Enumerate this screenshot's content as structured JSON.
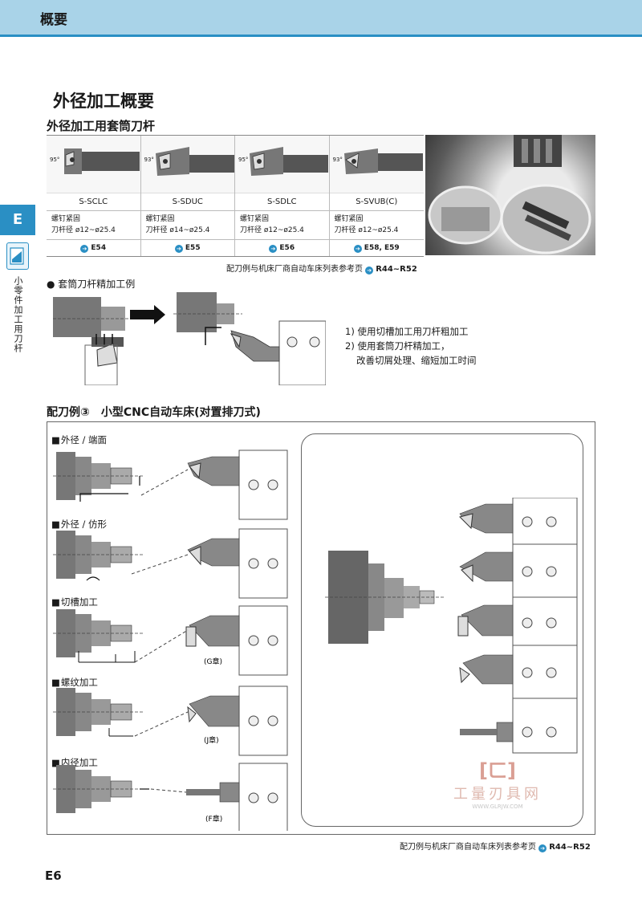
{
  "header": {
    "title": "概要"
  },
  "side": {
    "tab": "E",
    "vertical_text": "小零件加工用刀杆"
  },
  "section": {
    "title": "外径加工概要",
    "subtitle": "外径加工用套筒刀杆"
  },
  "holders": [
    {
      "model": "S-SCLC",
      "clamp": "螺钉紧固",
      "shank": "刀杆径 ø12~ø25.4",
      "ref": "E54",
      "angle": "95°"
    },
    {
      "model": "S-SDUC",
      "clamp": "螺钉紧固",
      "shank": "刀杆径 ø14~ø25.4",
      "ref": "E55",
      "angle": "93°"
    },
    {
      "model": "S-SDLC",
      "clamp": "螺钉紧固",
      "shank": "刀杆径 ø12~ø25.4",
      "ref": "E56",
      "angle": "95°"
    },
    {
      "model": "S-SVUB(C)",
      "clamp": "螺钉紧固",
      "shank": "刀杆径 ø12~ø25.4",
      "ref": "E58, E59",
      "angle": "93°"
    }
  ],
  "ref_line_1": {
    "text": "配刀例与机床厂商自动车床列表参考页",
    "pages": "R44~R52"
  },
  "example": {
    "title": "● 套筒刀杆精加工例",
    "note1": "1) 使用切槽加工用刀杆粗加工",
    "note2": "2) 使用套筒刀杆精加工，",
    "note3": "改善切屑处理、缩短加工时间"
  },
  "layout_section": {
    "title": "配刀例③　小型CNC自动车床(对置排刀式)",
    "labels": [
      "外径 / 端面",
      "外径 / 仿形",
      "切槽加工",
      "螺纹加工",
      "内径加工"
    ],
    "chapters": [
      "(G章)",
      "(J章)",
      "(F章)"
    ]
  },
  "watermark": {
    "logo": "[ㄈ]",
    "name": "工量刃具网",
    "url": "WWW.GLRJW.COM"
  },
  "ref_line_2": {
    "text": "配刀例与机床厂商自动车床列表参考页",
    "pages": "R44~R52"
  },
  "page_number": "E6",
  "colors": {
    "header_bg": "#a9d3e8",
    "accent": "#2a8fc4"
  }
}
